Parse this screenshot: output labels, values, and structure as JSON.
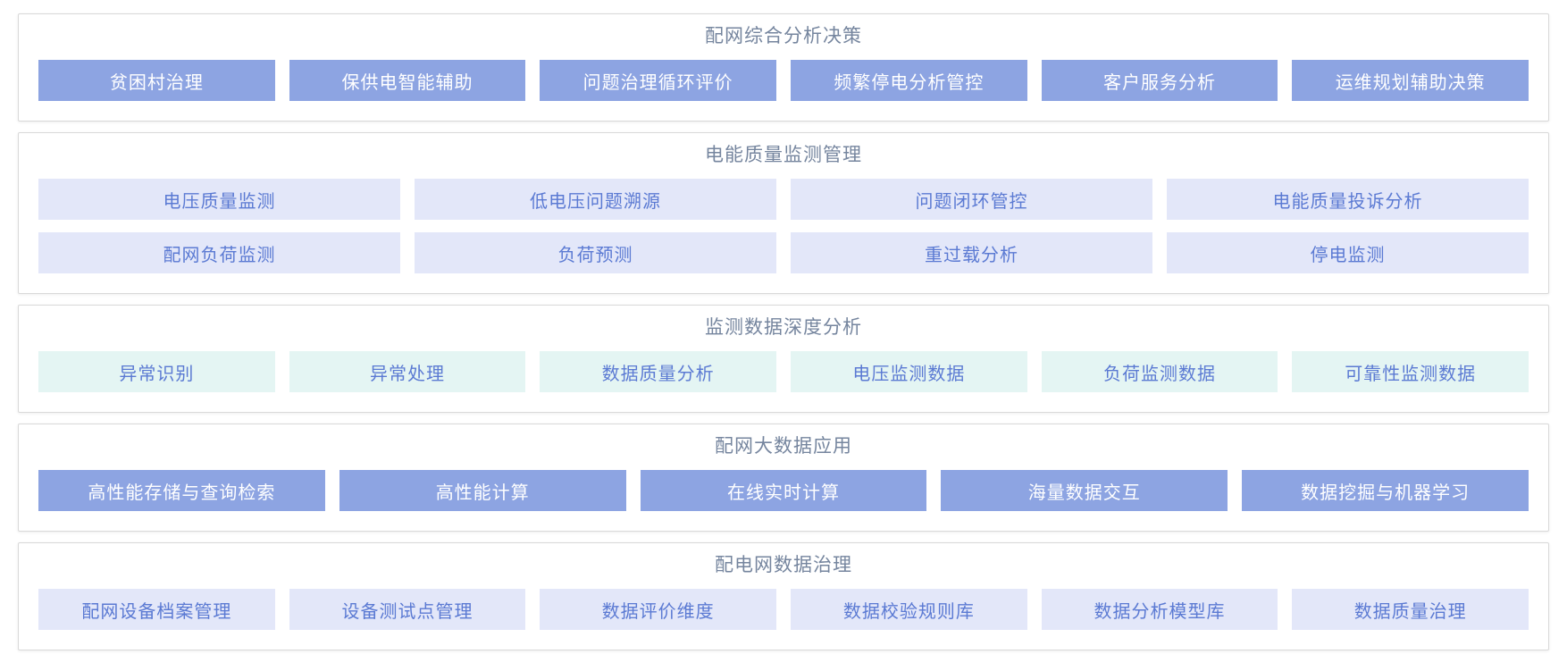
{
  "accent_colors": {
    "solid_button_bg": "#8da4e2",
    "solid_button_text": "#ffffff",
    "lavender_button_bg": "#e3e7f9",
    "mint_button_bg": "#e4f5f3",
    "light_button_text": "#5b7ad3",
    "section_title_color": "#75859e",
    "panel_border": "#d9d9d9"
  },
  "sections": [
    {
      "title": "配网综合分析决策",
      "style": "solid",
      "rows": [
        [
          "贫困村治理",
          "保供电智能辅助",
          "问题治理循环评价",
          "频繁停电分析管控",
          "客户服务分析",
          "运维规划辅助决策"
        ]
      ]
    },
    {
      "title": "电能质量监测管理",
      "style": "lavender",
      "rows": [
        [
          "电压质量监测",
          "低电压问题溯源",
          "问题闭环管控",
          "电能质量投诉分析"
        ],
        [
          "配网负荷监测",
          "负荷预测",
          "重过载分析",
          "停电监测"
        ]
      ]
    },
    {
      "title": "监测数据深度分析",
      "style": "mint",
      "rows": [
        [
          "异常识别",
          "异常处理",
          "数据质量分析",
          "电压监测数据",
          "负荷监测数据",
          "可靠性监测数据"
        ]
      ]
    },
    {
      "title": "配网大数据应用",
      "style": "solid",
      "rows": [
        [
          "高性能存储与查询检索",
          "高性能计算",
          "在线实时计算",
          "海量数据交互",
          "数据挖掘与机器学习"
        ]
      ]
    },
    {
      "title": "配电网数据治理",
      "style": "lavender",
      "rows": [
        [
          "配网设备档案管理",
          "设备测试点管理",
          "数据评价维度",
          "数据校验规则库",
          "数据分析模型库",
          "数据质量治理"
        ]
      ]
    }
  ]
}
